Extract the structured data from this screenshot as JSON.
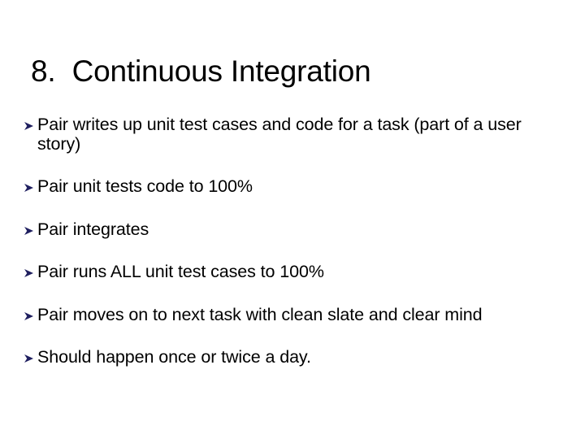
{
  "slide": {
    "title": "8.  Continuous Integration",
    "bullet_marker_icon": "chevron-arrowhead-bullet-icon",
    "bullet_marker_color": "#1f1f5f",
    "text_color": "#000000",
    "background_color": "#ffffff",
    "bullets": [
      {
        "text": "Pair writes up unit test cases and code for a task (part of a user story)"
      },
      {
        "text": "Pair unit tests code to 100%"
      },
      {
        "text": "Pair integrates"
      },
      {
        "text": "Pair runs ALL unit test cases to 100%"
      },
      {
        "text": "Pair moves on to next task with clean slate and clear mind"
      },
      {
        "text": "Should happen once or twice a day."
      }
    ]
  }
}
